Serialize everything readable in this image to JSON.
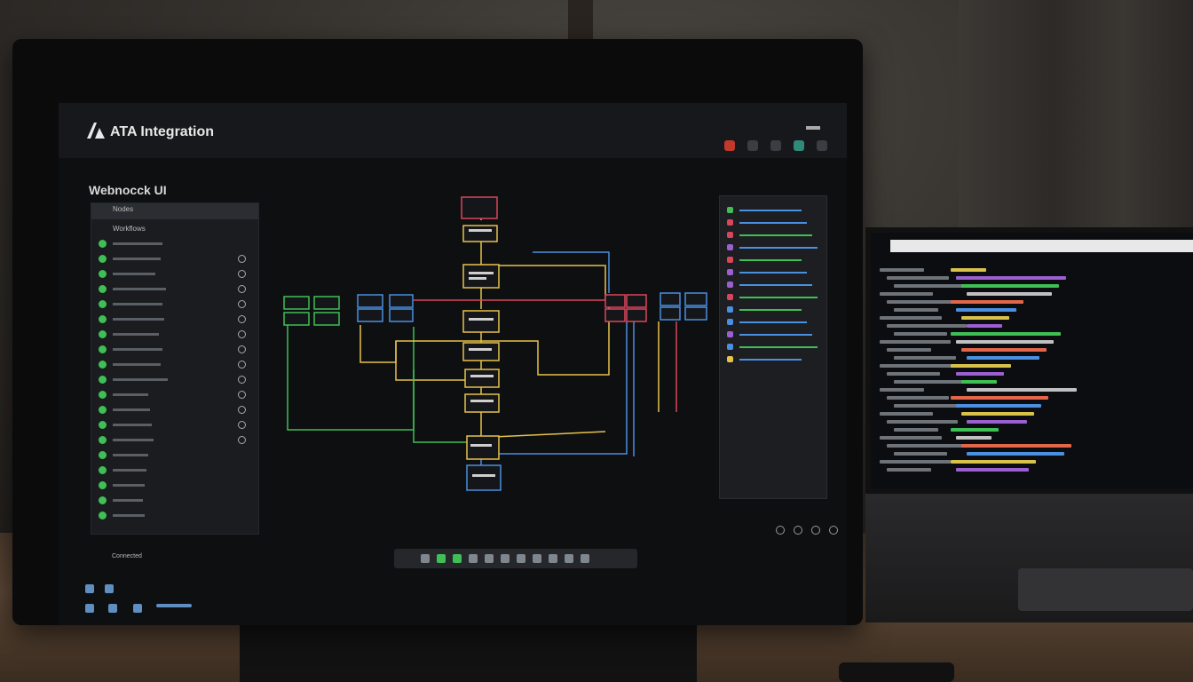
{
  "app": {
    "title": "ATA Integration",
    "subtitle": "Webnocck UI"
  },
  "left_panel": {
    "header_label": "Nodes",
    "tab_label": "Workflows"
  },
  "status_bar": {
    "text": "Connected"
  },
  "colors": {
    "accent_green": "#3fbf55",
    "accent_yellow": "#e6c24a",
    "accent_blue": "#4a8fe0",
    "accent_red": "#d9465a",
    "accent_purple": "#9a5fd0"
  },
  "icons": {
    "app_logo": "logo-icon",
    "window": "window-icon",
    "settings": "gear-icon"
  }
}
